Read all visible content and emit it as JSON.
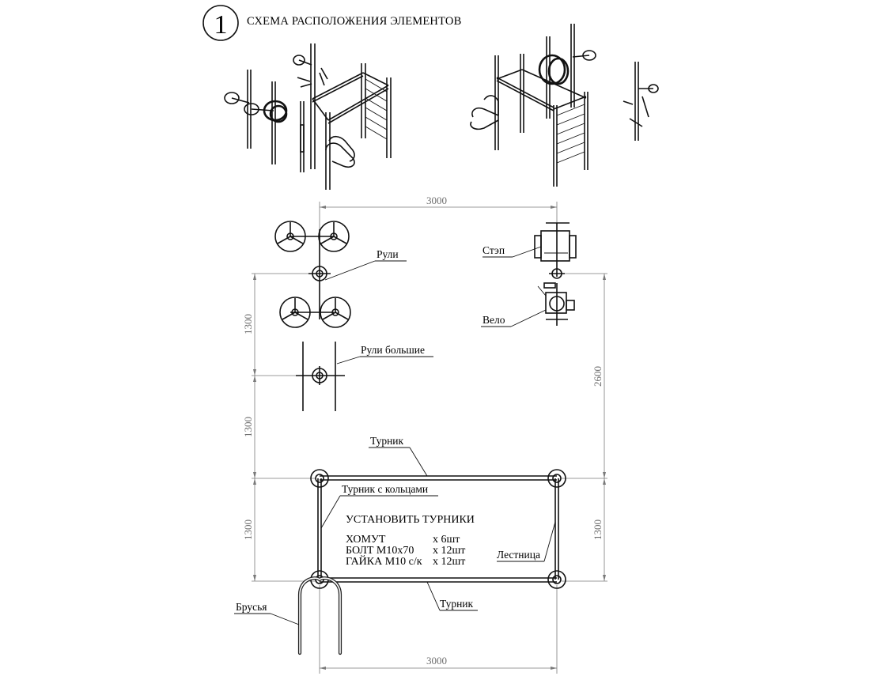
{
  "sheet": {
    "number": "1",
    "title": "СХЕМА РАСПОЛОЖЕНИЯ ЭЛЕМЕНТОВ"
  },
  "dimensions": {
    "top_width": "3000",
    "bottom_width": "3000",
    "left_upper": "1300",
    "left_middle": "1300",
    "left_lower": "1300",
    "right_long": "2600",
    "right_lower": "1300"
  },
  "labels": {
    "ruli": "Рули",
    "ruli_bolshie": "Рули большие",
    "step": "Стэп",
    "velo": "Вело",
    "turnik_top": "Турник",
    "turnik_rings": "Турник с кольцами",
    "lestnitsa": "Лестница",
    "turnik_bottom": "Турник",
    "brusya": "Брусья"
  },
  "install_note": {
    "heading": "УСТАНОВИТЬ ТУРНИКИ",
    "items": [
      {
        "name": "ХОМУТ",
        "qty": "х 6шт"
      },
      {
        "name": "БОЛТ М10х70",
        "qty": "х 12шт"
      },
      {
        "name": "ГАЙКА М10 с/к",
        "qty": "х 12шт"
      }
    ]
  }
}
